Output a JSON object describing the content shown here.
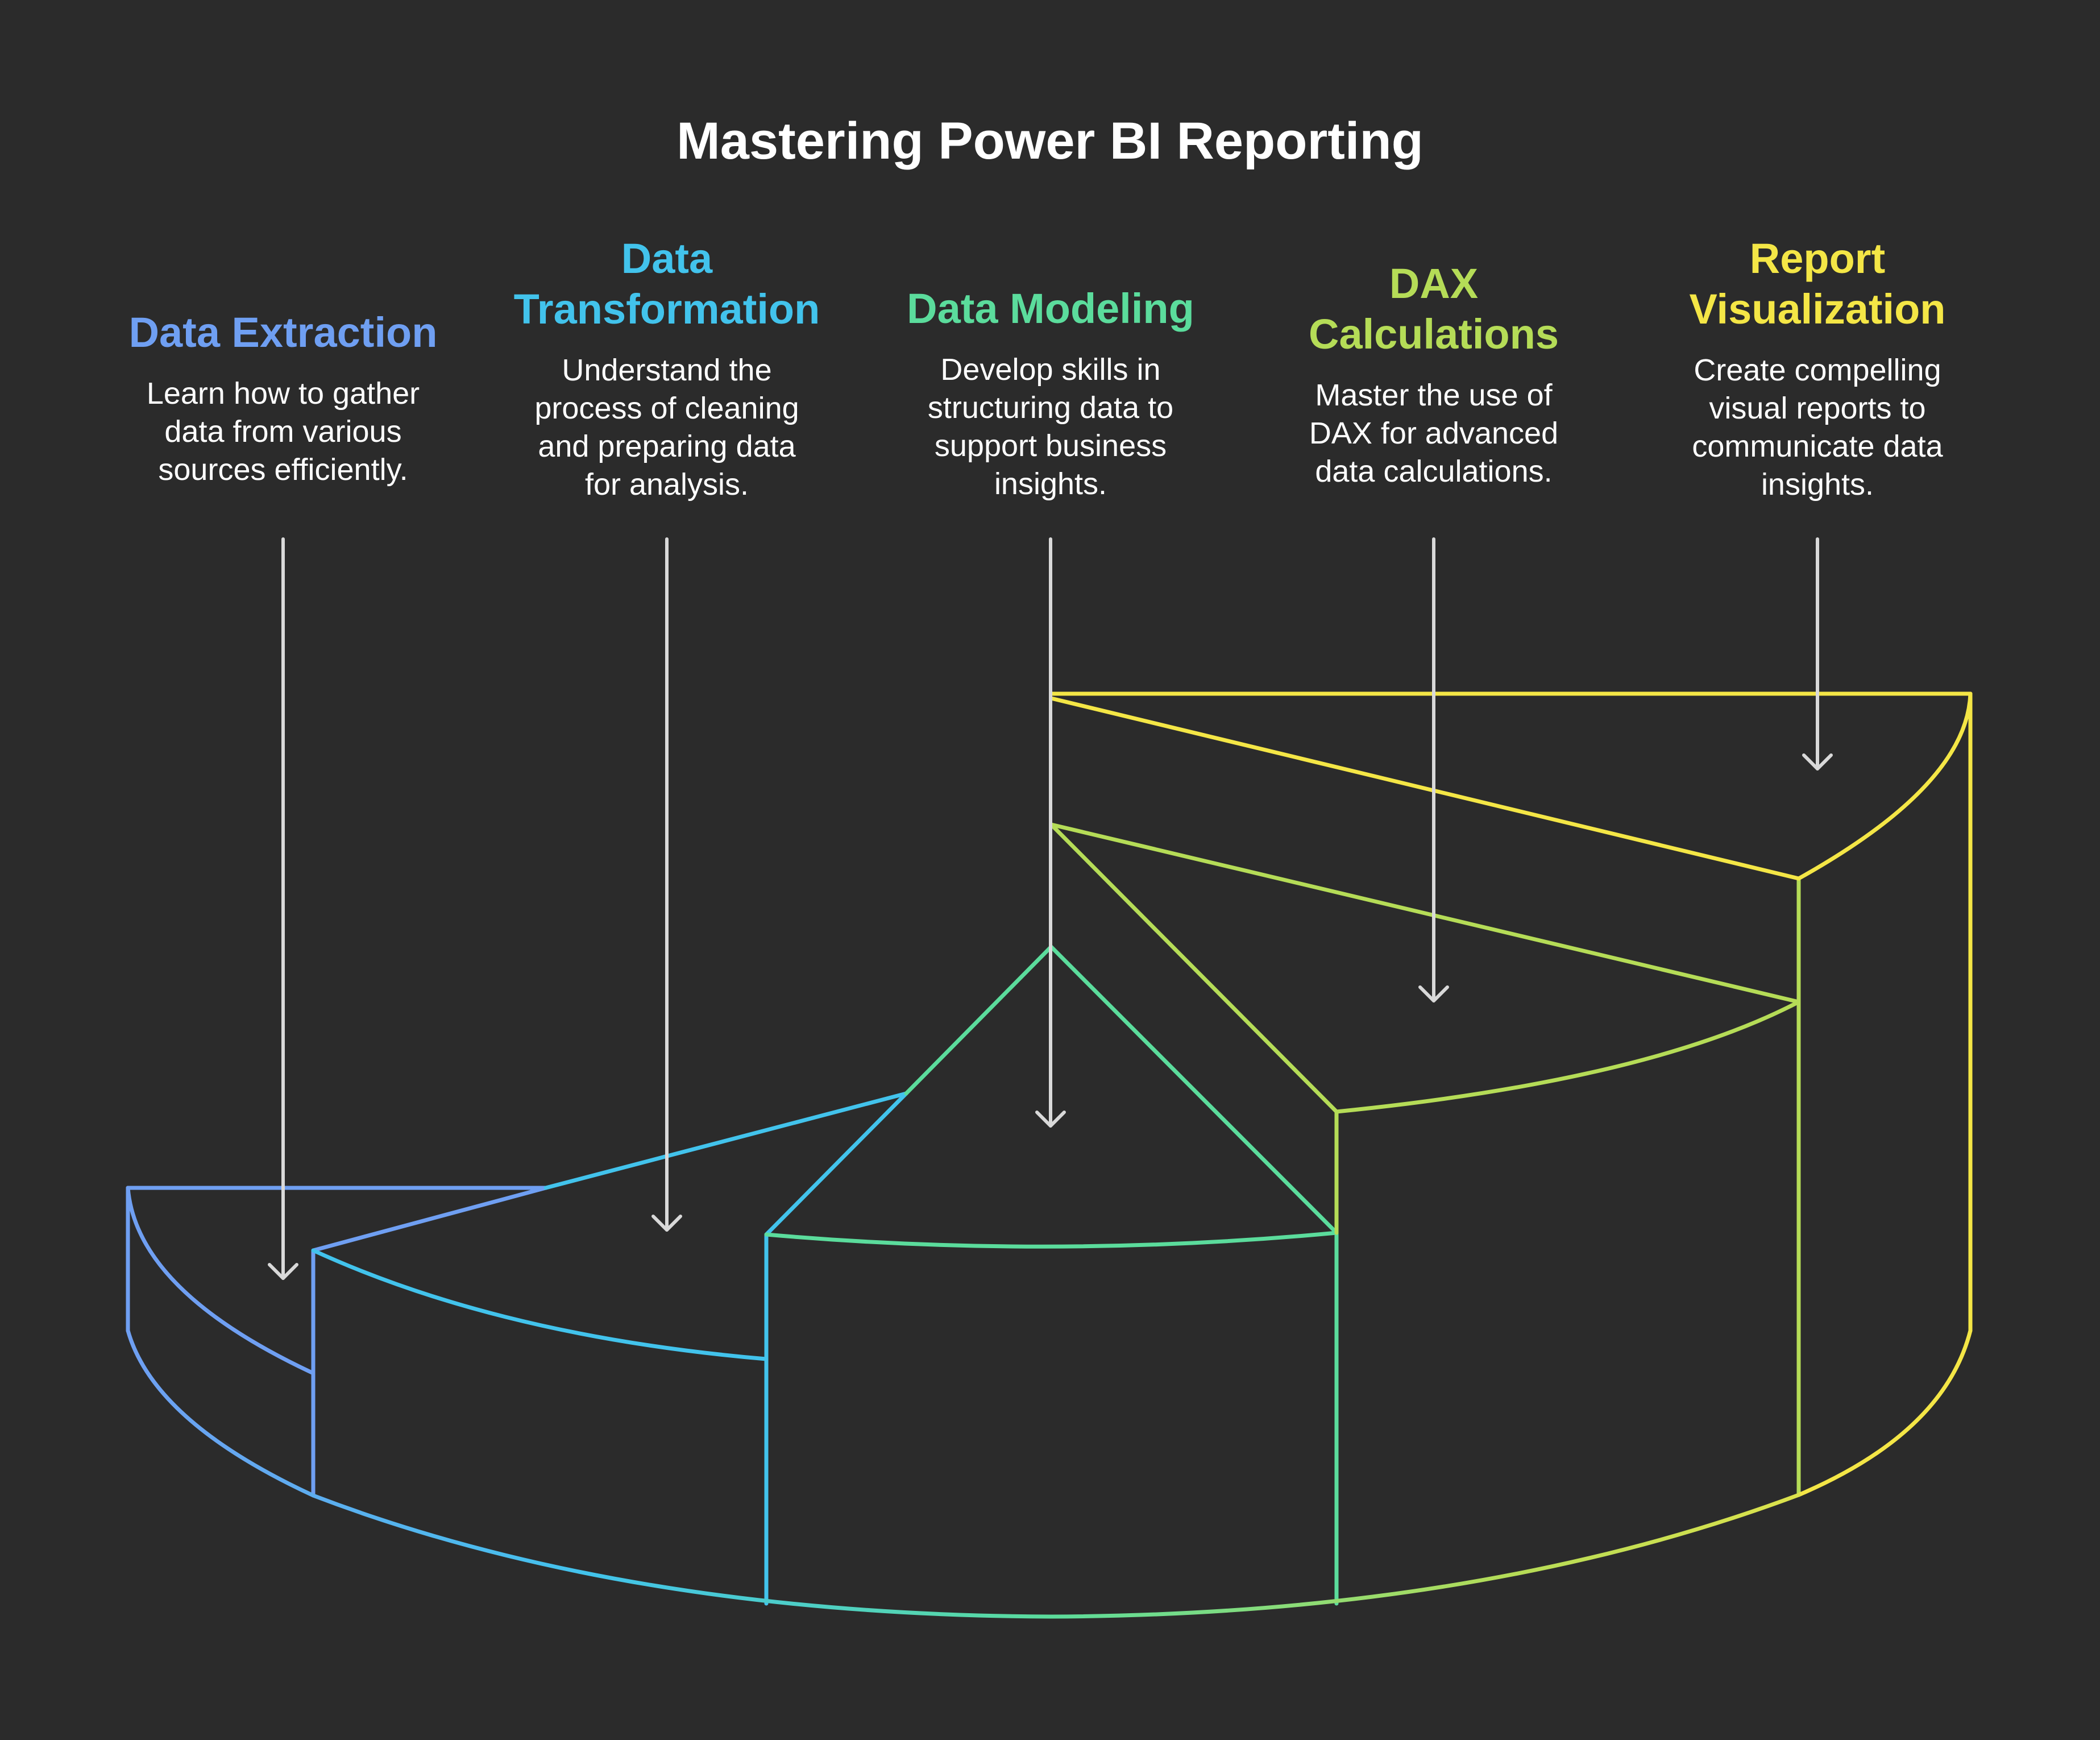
{
  "title": "Mastering Power BI Reporting",
  "colors": {
    "background": "#2b2b2b",
    "text": "#ffffff",
    "arrow": "#d9d9d9",
    "data_extraction": "#6f9ff2",
    "data_transformation": "#42c3ec",
    "data_modeling": "#5bdc9c",
    "dax_calculations": "#b5dc57",
    "report_visualization": "#f4e646"
  },
  "steps": [
    {
      "title_lines": [
        "Data Extraction"
      ],
      "description_lines": [
        "Learn how to gather",
        "data from various",
        "sources efficiently."
      ],
      "color": "#6f9ff2",
      "icon": "down-arrow-icon"
    },
    {
      "title_lines": [
        "Data",
        "Transformation"
      ],
      "description_lines": [
        "Understand the",
        "process of cleaning",
        "and preparing data",
        "for analysis."
      ],
      "color": "#42c3ec",
      "icon": "down-arrow-icon"
    },
    {
      "title_lines": [
        "Data Modeling"
      ],
      "description_lines": [
        "Develop skills in",
        "structuring data to",
        "support business",
        "insights."
      ],
      "color": "#5bdc9c",
      "icon": "down-arrow-icon"
    },
    {
      "title_lines": [
        "DAX",
        "Calculations"
      ],
      "description_lines": [
        "Master the use of",
        "DAX for advanced",
        "data calculations."
      ],
      "color": "#b5dc57",
      "icon": "down-arrow-icon"
    },
    {
      "title_lines": [
        "Report",
        "Visualization"
      ],
      "description_lines": [
        "Create compelling",
        "visual reports to",
        "communicate data",
        "insights."
      ],
      "color": "#f4e646",
      "icon": "down-arrow-icon"
    }
  ]
}
